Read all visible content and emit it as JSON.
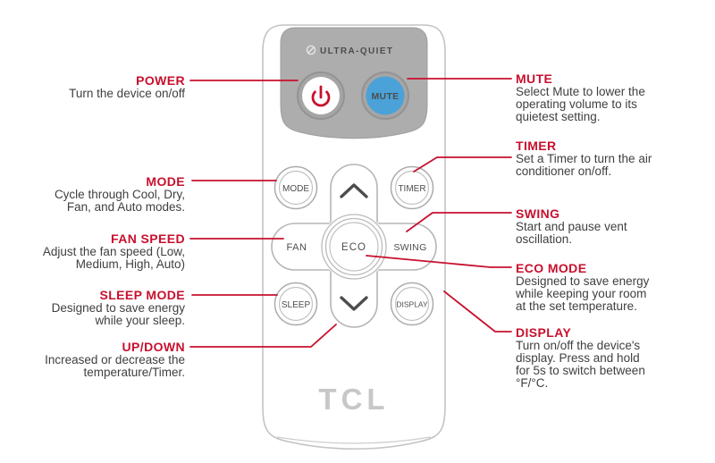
{
  "remote": {
    "panel_label": "ULTRA-QUIET",
    "brand_logo": "TCL",
    "buttons": {
      "mute": "MUTE",
      "mode": "MODE",
      "timer": "TIMER",
      "fan": "FAN",
      "eco": "ECO",
      "swing": "SWING",
      "sleep": "SLEEP",
      "display": "DISPLAY"
    }
  },
  "callouts": {
    "left": [
      {
        "title": "POWER",
        "lines": [
          "Turn the device on/off"
        ]
      },
      {
        "title": "MODE",
        "lines": [
          "Cycle through Cool, Dry,",
          "Fan, and Auto modes."
        ]
      },
      {
        "title": "FAN SPEED",
        "lines": [
          "Adjust the fan speed (Low,",
          "Medium, High, Auto)"
        ]
      },
      {
        "title": "SLEEP MODE",
        "lines": [
          "Designed to save energy",
          "while your sleep."
        ]
      },
      {
        "title": "UP/DOWN",
        "lines": [
          "Increased or decrease the",
          "temperature/Timer."
        ]
      }
    ],
    "right": [
      {
        "title": "MUTE",
        "lines": [
          "Select Mute to lower the",
          "operating volume to its",
          "quietest setting."
        ]
      },
      {
        "title": "TIMER",
        "lines": [
          "Set a Timer to turn the air",
          "conditioner on/off."
        ]
      },
      {
        "title": "SWING",
        "lines": [
          "Start and pause vent",
          "oscillation."
        ]
      },
      {
        "title": "ECO MODE",
        "lines": [
          "Designed to save energy",
          "while keeping your room",
          "at the set temperature."
        ]
      },
      {
        "title": "DISPLAY",
        "lines": [
          "Turn on/off the device's",
          "display. Press and hold",
          "for 5s to switch between",
          "°F/°C."
        ]
      }
    ]
  },
  "colors": {
    "accent_red": "#C8102E",
    "mute_button_blue": "#4AA2D8",
    "panel_gray": "#AEADAD",
    "body_text": "#3F3F3F",
    "logo_gray": "#C7C7C7"
  },
  "icons": {
    "power_icon": "power-symbol",
    "quiet_icon": "slashed-circle-quiet-mark",
    "up_icon": "chevron-up",
    "down_icon": "chevron-down"
  }
}
